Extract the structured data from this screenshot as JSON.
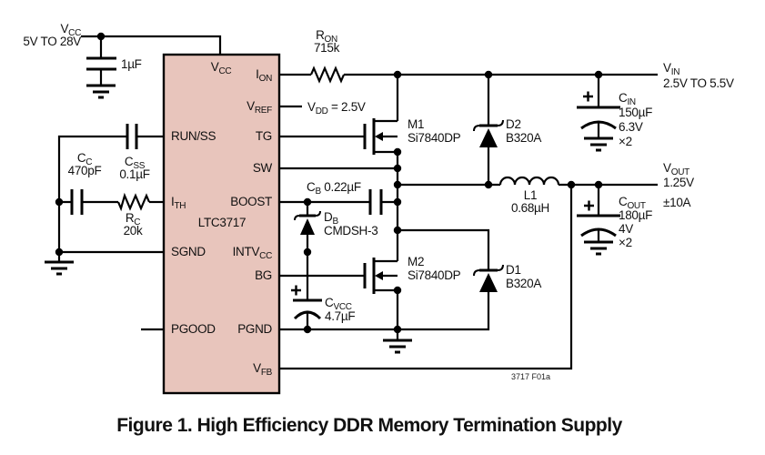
{
  "caption": "Figure 1. High Efficiency DDR Memory Termination Supply",
  "fig_code": "3717 F01a",
  "colors": {
    "ic_fill": "#e8c5bc",
    "wire": "#000000"
  },
  "ic": {
    "part": "LTC3717",
    "pin_top": {
      "pre": "V",
      "sub": "CC"
    },
    "pins_left": [
      {
        "pre": "RUN/SS",
        "sub": ""
      },
      {
        "pre": "I",
        "sub": "TH"
      },
      {
        "pre": "SGND",
        "sub": ""
      },
      {
        "pre": "PGOOD",
        "sub": ""
      }
    ],
    "pins_right": [
      {
        "pre": "I",
        "sub": "ON"
      },
      {
        "pre": "V",
        "sub": "REF"
      },
      {
        "pre": "TG",
        "sub": ""
      },
      {
        "pre": "SW",
        "sub": ""
      },
      {
        "pre": "BOOST",
        "sub": ""
      },
      {
        "pre": "INTV",
        "sub": "CC"
      },
      {
        "pre": "BG",
        "sub": ""
      },
      {
        "pre": "PGND",
        "sub": ""
      },
      {
        "pre": "V",
        "sub": "FB"
      }
    ]
  },
  "components": {
    "vcc_supply": {
      "pre": "V",
      "sub": "CC",
      "line2": "5V TO 28V"
    },
    "c_bypass": {
      "value": "1µF"
    },
    "c_ss": {
      "pre": "C",
      "sub": "SS",
      "value": "0.1µF"
    },
    "c_c": {
      "pre": "C",
      "sub": "C",
      "value": "470pF"
    },
    "r_c": {
      "pre": "R",
      "sub": "C",
      "value": "20k"
    },
    "r_on": {
      "pre": "R",
      "sub": "ON",
      "value": "715k"
    },
    "v_dd": {
      "pre": "V",
      "sub": "DD",
      "post": " = 2.5V"
    },
    "m1": {
      "name": "M1",
      "part": "Si7840DP"
    },
    "m2": {
      "name": "M2",
      "part": "Si7840DP"
    },
    "d2": {
      "name": "D2",
      "part": "B320A"
    },
    "d1": {
      "name": "D1",
      "part": "B320A"
    },
    "d_b": {
      "pre": "D",
      "sub": "B",
      "part": "CMDSH-3"
    },
    "c_b": {
      "pre": "C",
      "sub": "B",
      "post": " 0.22µF"
    },
    "c_vcc": {
      "pre": "C",
      "sub": "VCC",
      "value": "4.7µF"
    },
    "l1": {
      "name": "L1",
      "value": "0.68µH"
    },
    "v_in": {
      "pre": "V",
      "sub": "IN",
      "line2": "2.5V TO 5.5V"
    },
    "c_in": {
      "pre": "C",
      "sub": "IN",
      "lines": [
        "150µF",
        "6.3V",
        "×2"
      ]
    },
    "v_out": {
      "pre": "V",
      "sub": "OUT",
      "line2": "1.25V",
      "line3": "±10A"
    },
    "c_out": {
      "pre": "C",
      "sub": "OUT",
      "lines": [
        "180µF",
        "4V",
        "×2"
      ]
    }
  }
}
